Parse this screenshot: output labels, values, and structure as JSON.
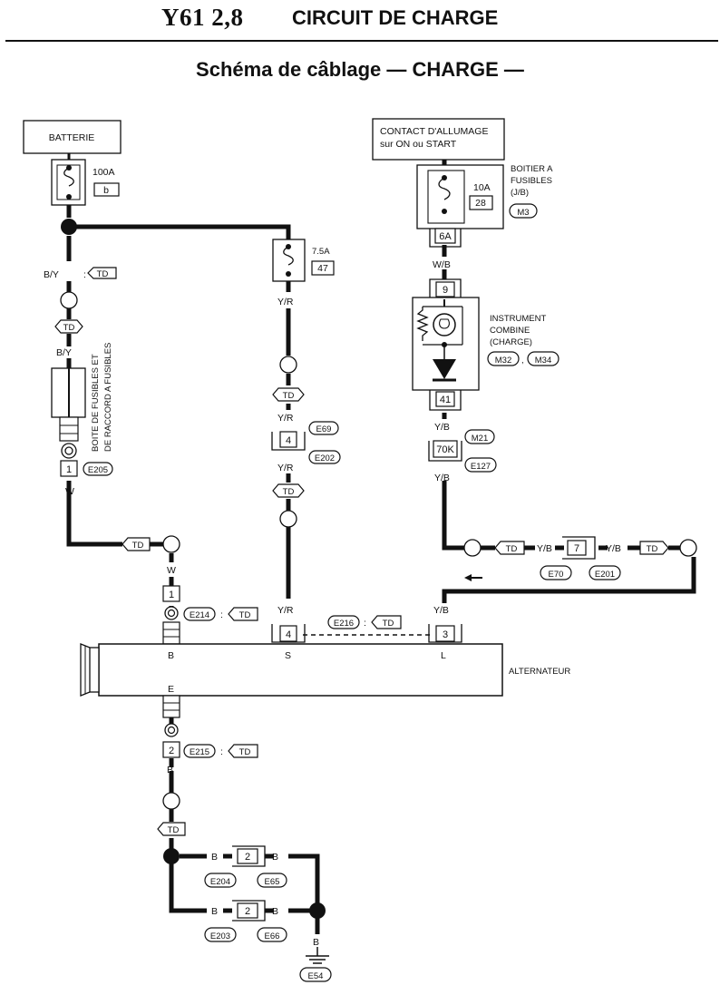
{
  "header": {
    "model": "Y61 2,8",
    "title": "CIRCUIT DE CHARGE"
  },
  "subtitle": "Schéma de câblage — CHARGE —",
  "diagram": {
    "battery": "BATTERIE",
    "ignition": [
      "CONTACT D'ALLUMAGE",
      "sur ON ou START"
    ],
    "fuse_100": {
      "rating": "100A",
      "id": "b"
    },
    "fuse_75": {
      "rating": "7.5A",
      "id": "47"
    },
    "fuse_10": {
      "rating": "10A",
      "id": "28"
    },
    "fuse_box": [
      "BOITIER A",
      "FUSIBLES",
      "(J/B)"
    ],
    "fusible_link_box": [
      "BOITE DE FUSIBLES ET",
      "DE RACCORD A FUSIBLES"
    ],
    "instrument": [
      "INSTRUMENT",
      "COMBINE",
      "(CHARGE)"
    ],
    "alternator": "ALTERNATEUR",
    "wires": {
      "by": "B/Y",
      "w": "W",
      "yr": "Y/R",
      "wb": "W/B",
      "yb": "Y/B",
      "b": "B"
    },
    "td": "TD",
    "colon": ":",
    "comma": ",",
    "pins": {
      "p6a": "6A",
      "p9": "9",
      "p41": "41",
      "p70k": "70K",
      "p1": "1",
      "p4": "4",
      "p3": "3",
      "p7": "7",
      "p2": "2"
    },
    "terminals": {
      "b": "B",
      "s": "S",
      "l": "L",
      "e": "E"
    },
    "connectors": {
      "m3": "M3",
      "m32": "M32",
      "m34": "M34",
      "m21": "M21",
      "e127": "E127",
      "e205": "E205",
      "e69": "E69",
      "e202": "E202",
      "e70": "E70",
      "e201": "E201",
      "e214": "E214",
      "e216": "E216",
      "e215": "E215",
      "e204": "E204",
      "e65": "E65",
      "e203": "E203",
      "e66": "E66",
      "e54": "E54"
    }
  }
}
